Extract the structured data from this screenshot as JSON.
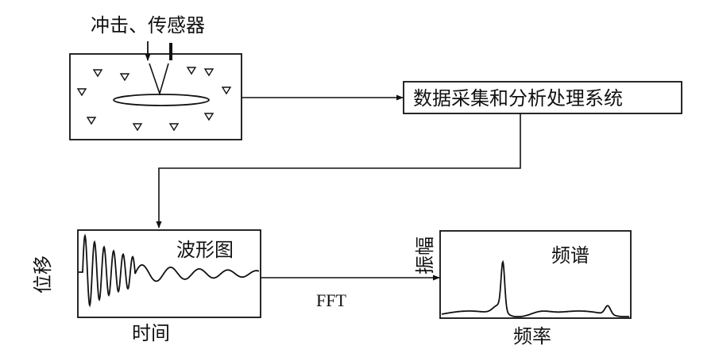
{
  "labels": {
    "impact_sensor": "冲击、传感器",
    "processing_system": "数据采集和分析处理系统",
    "waveform_title": "波形图",
    "displacement": "位移",
    "time": "时间",
    "fft": "FFT",
    "spectrum_title": "频谱",
    "amplitude": "振幅",
    "frequency": "频率"
  },
  "colors": {
    "stroke": "#111111",
    "background": "#ffffff"
  }
}
